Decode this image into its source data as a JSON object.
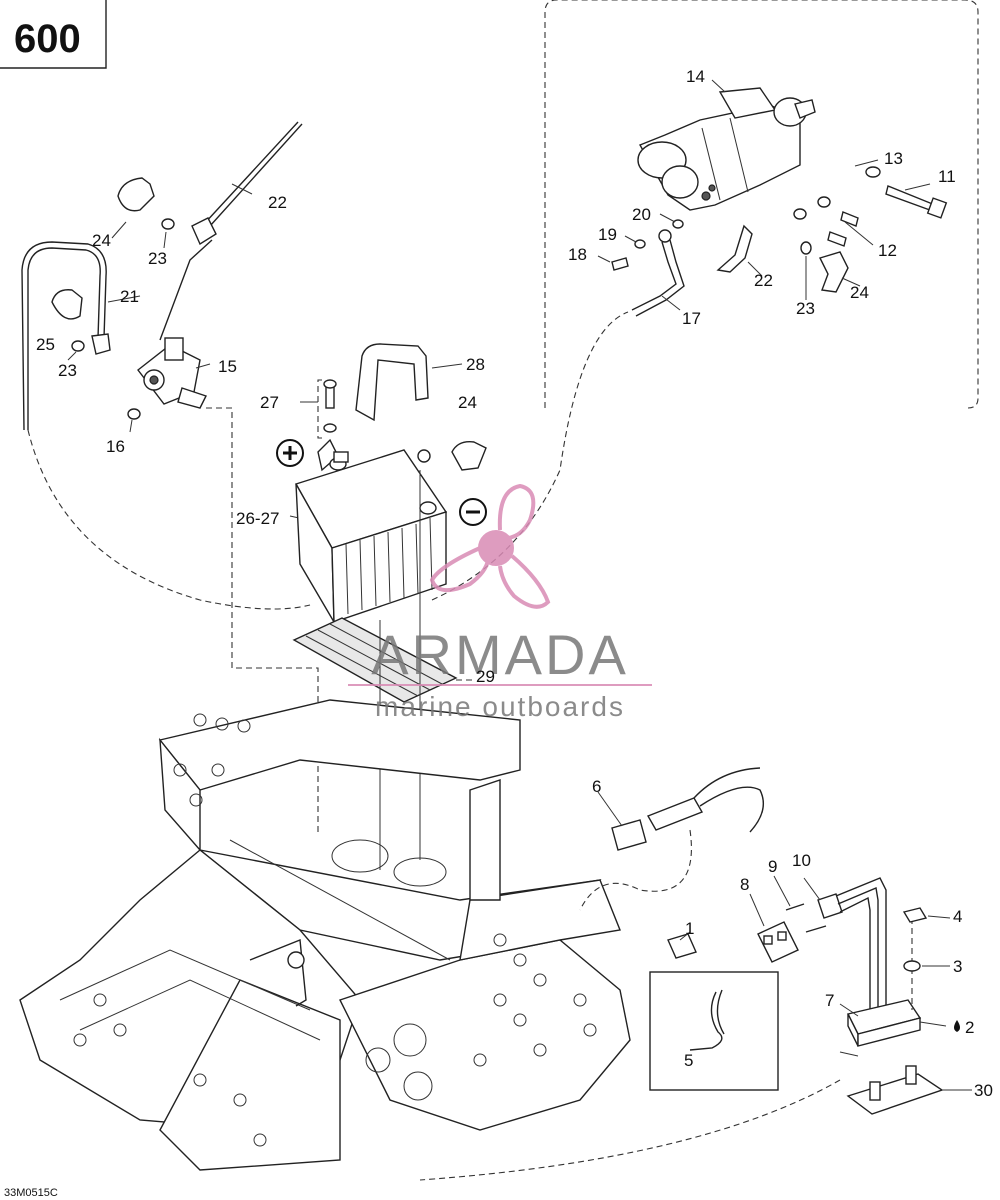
{
  "page": {
    "model_tag": "600",
    "drawing_code": "33M0515C"
  },
  "callouts": {
    "c1": "1",
    "c2": "2",
    "c3": "3",
    "c4": "4",
    "c5": "5",
    "c6": "6",
    "c7": "7",
    "c8": "8",
    "c9": "9",
    "c10": "10",
    "c11": "11",
    "c12": "12",
    "c13": "13",
    "c14": "14",
    "c15": "15",
    "c16": "16",
    "c17": "17",
    "c18": "18",
    "c19": "19",
    "c20": "20",
    "c21": "21",
    "c22a": "22",
    "c22b": "22",
    "c23a": "23",
    "c23b": "23",
    "c23c": "23",
    "c24a": "24",
    "c24b": "24",
    "c24c": "24",
    "c25": "25",
    "c26_27": "26-27",
    "c27": "27",
    "c28": "28",
    "c29": "29",
    "c30": "30"
  },
  "watermark": {
    "brand": "ARMADA",
    "tagline": "marine outboards",
    "color": "#d98bb5"
  },
  "symbols": {
    "positive": "plus-terminal-icon",
    "negative": "minus-terminal-icon",
    "lubricant": "oil-drop-icon"
  }
}
